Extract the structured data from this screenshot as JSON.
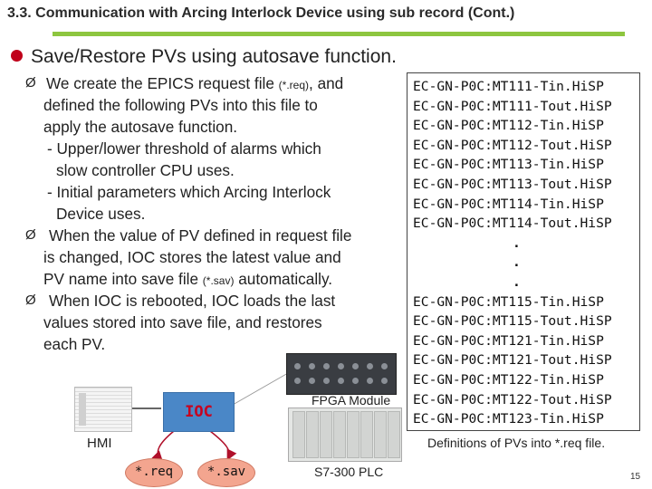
{
  "slide": {
    "title": "3.3. Communication with Arcing Interlock Device using sub record (Cont.)",
    "page_number": "15",
    "colors": {
      "title_underline": "#8dc63f",
      "bullet": "#c0001a",
      "ioc_box": "#4a87c7",
      "ioc_text": "#c8001e",
      "file_fill": "#f3a58f"
    }
  },
  "main_bullet": "Save/Restore PVs using autosave function.",
  "body": {
    "arrow_glyph": "Ø",
    "b1_l1a": "We create the EPICS request file ",
    "b1_l1s": "(*.req)",
    "b1_l1b": ", and",
    "b1_l2": "defined the following PVs into this file to",
    "b1_l3": "apply the autosave function.",
    "b1_l4": "- Upper/lower threshold of alarms which",
    "b1_l5": "slow controller CPU uses.",
    "b1_l6": "- Initial parameters which Arcing Interlock",
    "b1_l7": "Device uses.",
    "b2_l1": "When the value of PV defined in request file",
    "b2_l2": "is changed, IOC stores the latest value and",
    "b2_l3a": "PV name into save file ",
    "b2_l3s": "(*.sav)",
    "b2_l3b": " automatically.",
    "b3_l1": "When IOC is rebooted, IOC loads the last",
    "b3_l2": "values stored into save file, and restores",
    "b3_l3": "each PV."
  },
  "pv_list": [
    "EC-GN-P0C:MT111-Tin.HiSP",
    "EC-GN-P0C:MT111-Tout.HiSP",
    "EC-GN-P0C:MT112-Tin.HiSP",
    "EC-GN-P0C:MT112-Tout.HiSP",
    "EC-GN-P0C:MT113-Tin.HiSP",
    "EC-GN-P0C:MT113-Tout.HiSP",
    "EC-GN-P0C:MT114-Tin.HiSP",
    "EC-GN-P0C:MT114-Tout.HiSP",
    ".",
    ".",
    ".",
    "EC-GN-P0C:MT115-Tin.HiSP",
    "EC-GN-P0C:MT115-Tout.HiSP",
    "EC-GN-P0C:MT121-Tin.HiSP",
    "EC-GN-P0C:MT121-Tout.HiSP",
    "EC-GN-P0C:MT122-Tin.HiSP",
    "EC-GN-P0C:MT122-Tout.HiSP",
    "EC-GN-P0C:MT123-Tin.HiSP"
  ],
  "pv_caption": "Definitions of PVs into *.req file.",
  "diagram": {
    "hmi_label": "HMI",
    "ioc_label": "IOC",
    "req_file": "*.req",
    "sav_file": "*.sav",
    "fpga_label": "FPGA Module",
    "plc_label": "S7-300 PLC"
  }
}
